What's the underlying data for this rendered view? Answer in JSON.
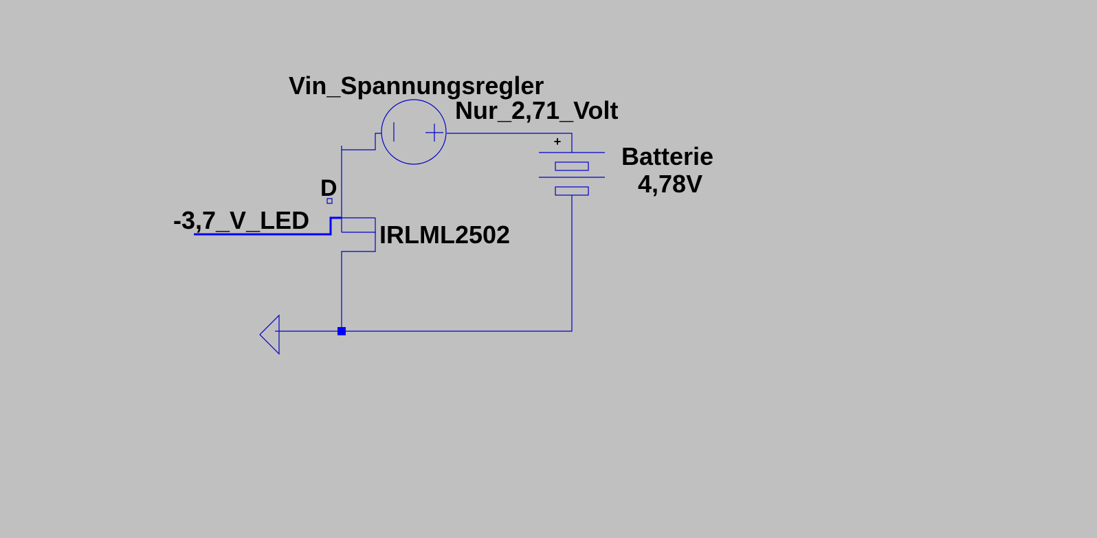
{
  "labels": {
    "source_name": "Vin_Spannungsregler",
    "source_value": "Nur_2,71_Volt",
    "battery_name": "Batterie",
    "battery_value": "4,78V",
    "mosfet_pin": "D",
    "mosfet_part": "IRLML2502",
    "net_label": "-3,7_V_LED"
  },
  "symbols": {
    "source_plus": "+",
    "battery_plus": "+"
  },
  "colors": {
    "background": "#c0c0c0",
    "wire": "#0000c8",
    "highlight": "#0000ff",
    "text": "#000000"
  }
}
